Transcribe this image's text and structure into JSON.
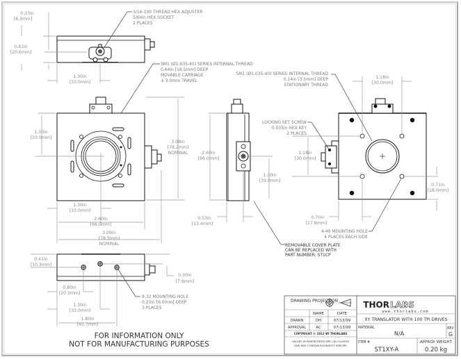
{
  "title_block": {
    "projection_label": "DRAWING PROJECTION",
    "headers": {
      "name": "NAME",
      "date": "DATE"
    },
    "rows": [
      {
        "role": "DRAWN",
        "name": "DH",
        "date": "07/13/99"
      },
      {
        "role": "APPROVAL",
        "name": "AC",
        "date": "07/13/99"
      }
    ],
    "copyright": "COPYRIGHT © 2012 BY THORLABS",
    "disclaimer_line1": "VALUES IN PARENTHESIS ARE CALCULATED",
    "disclaimer_line2": "AND MAY CONTAIN ROUNDOFF ERRORS",
    "logo_bold": "THOR",
    "logo_outline": "LABS",
    "website": "www.thorlabs.com",
    "description": "XY TRANSLATOR WITH 100 TPI DRIVES",
    "material_label": "MATERIAL",
    "material_value": "N/A",
    "rev_label": "REV",
    "rev_value": "G",
    "item_label": "ITEM #",
    "item_value": "ST1XY-A",
    "weight_label": "APPROX WEIGHT",
    "weight_value": "0.20 kg"
  },
  "disclaimer": {
    "line1": "FOR INFORMATION ONLY",
    "line2": "NOT FOR MANUFACTURING PURPOSES"
  },
  "notes": {
    "hex_adjuster": [
      "3/16-100 THREAD HEX ADJUSTER",
      "5/64in HEX SOCKET",
      "2 PLACES"
    ],
    "sm1_movable": [
      "SM1 (Ø1.035-40) SERIES INTERNAL THREAD",
      "0.64in [16.5mm] DEEP",
      "MOVABLE CARRIAGE",
      "± 3.0mm TRAVEL"
    ],
    "sm1_stationary": [
      "SM1 (Ø1.035-40) SERIES INTERNAL THREAD",
      "0.14in [3.5mm] DEEP",
      "STATIONARY THREAD"
    ],
    "locking_screw": [
      "LOCKING SET SCREW",
      "0.035in HEX KEY",
      "2 PLACES"
    ],
    "mounting_440": [
      "4-40 MOUNTING HOLE",
      "4 PLACES EACH SIDE"
    ],
    "cover_plate": [
      "REMOVABLE COVER PLATE",
      "CAN BE REPLACED WITH",
      "PART NUMBER: ST1CP"
    ],
    "mounting_832": [
      "8-32 MOUNTING HOLE",
      "0.23in [6.0mm] DEEP",
      "3 PLACES"
    ]
  },
  "dimensions": {
    "top_033": [
      "0.33in",
      "[8.3mm]"
    ],
    "top_081": [
      "0.81in",
      "[20.6mm]"
    ],
    "top_130": [
      "1.30in",
      "[33.0mm]"
    ],
    "front_130v": [
      "1.30in",
      "[33.0mm]"
    ],
    "front_308": [
      "3.08in",
      "[78.2mm]",
      "NOMINAL"
    ],
    "front_130h": [
      "1.30in",
      "[33.0mm]"
    ],
    "front_260": [
      "2.60in",
      "[66.0mm]"
    ],
    "front_309": [
      "3.09in",
      "[78.5mm]",
      "NOMINAL"
    ],
    "side_260": [
      "2.60in",
      "[66.0mm]"
    ],
    "side_130": [
      "1.30in",
      "[33.0mm]"
    ],
    "side_053": [
      "0.53in",
      "[13.4mm]"
    ],
    "back_118h": [
      "1.18in",
      "[30.0mm]"
    ],
    "back_118v": [
      "1.18in",
      "[30.0mm]"
    ],
    "back_071": [
      "0.71in",
      "[18.0mm]"
    ],
    "back_070": [
      "0.70in",
      "[17.8mm]"
    ],
    "bottom_041": [
      "0.41in",
      "[10.3mm]"
    ],
    "bottom_030": [
      "0.30in",
      "[7.6mm]"
    ],
    "bottom_080": [
      "0.80in",
      "[20.3mm]"
    ],
    "bottom_130": [
      "1.30in",
      "[33.0mm]"
    ],
    "bottom_180": [
      "1.80in",
      "[45.7mm]"
    ]
  }
}
